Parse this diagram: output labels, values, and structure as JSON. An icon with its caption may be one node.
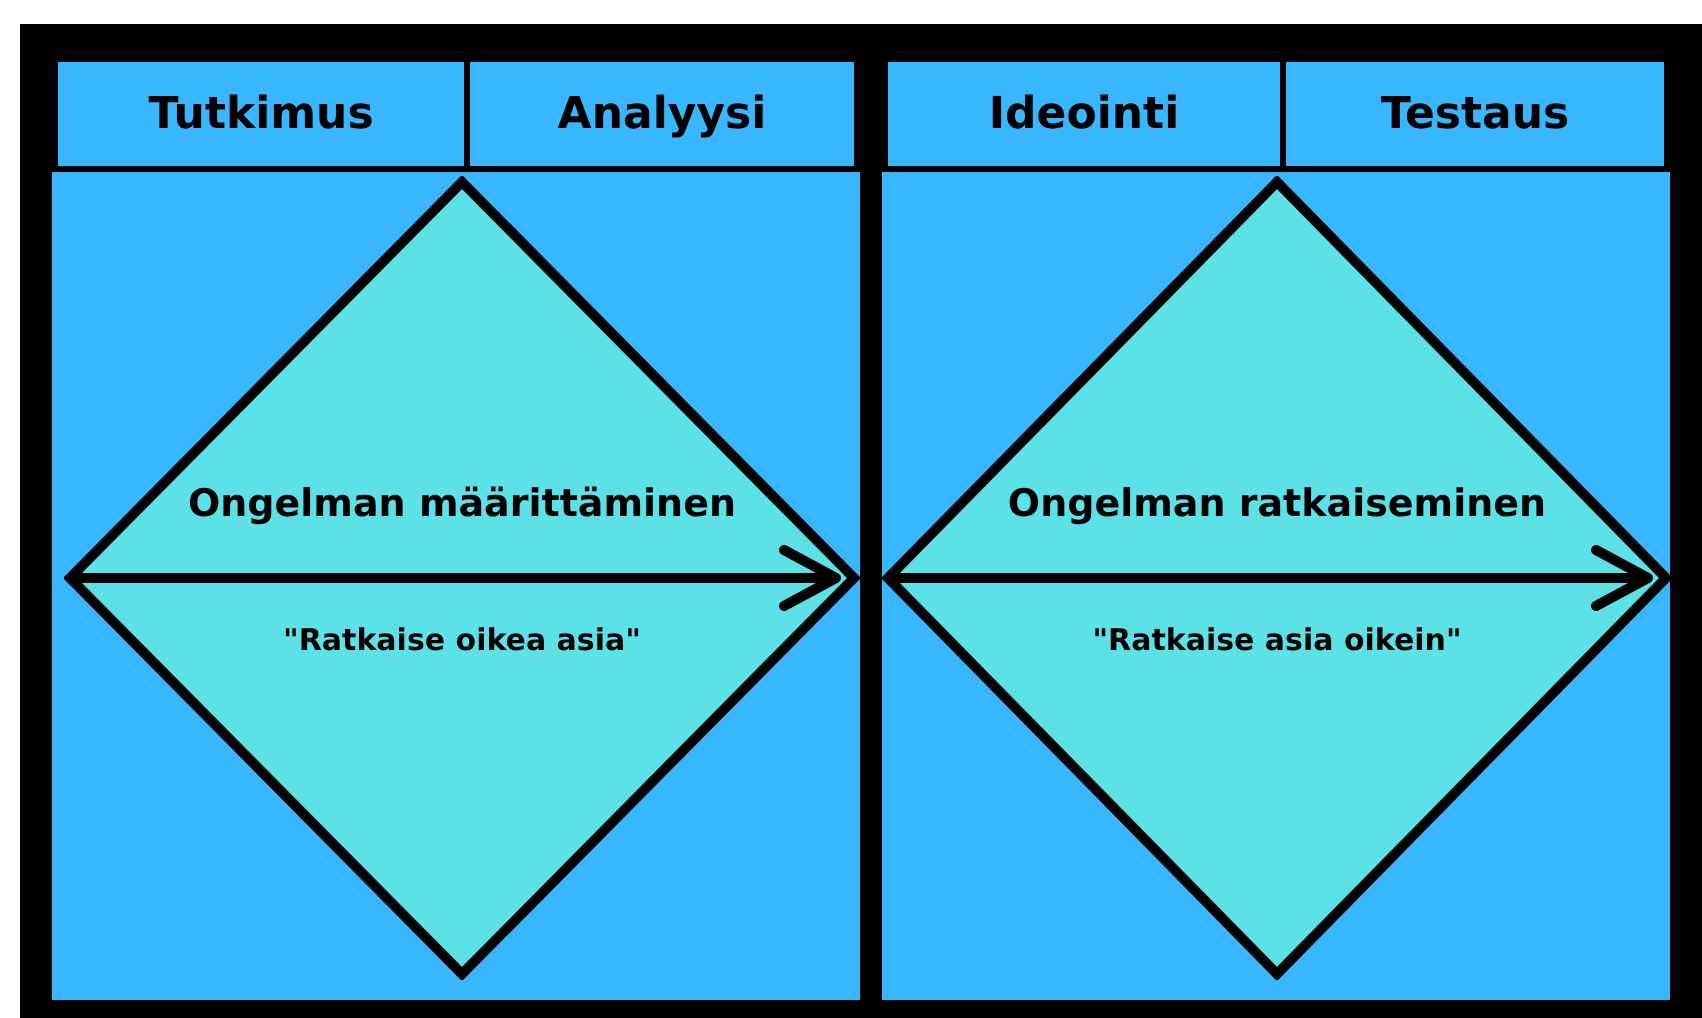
{
  "diagram": {
    "nodes": [
      {
        "text": [
          "Tutkimus"
        ]
      },
      {
        "text": [
          "Analyysi"
        ]
      },
      {
        "text": [
          "Ideointi"
        ]
      },
      {
        "text": [
          "Testaus"
        ]
      },
      {
        "text": [
          "Ongelman määrittäminen",
          "\"Ratkaise oikea asia\""
        ]
      },
      {
        "text": [
          "Ongelman ratkaiseminen",
          "\"Ratkaise asia oikein\""
        ]
      }
    ],
    "edges": []
  }
}
